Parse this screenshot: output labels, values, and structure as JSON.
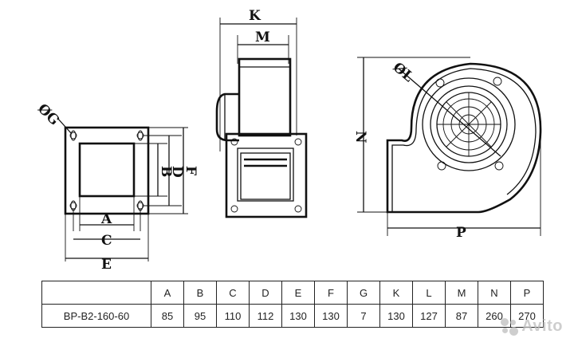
{
  "dimension_labels": {
    "front": {
      "a": "A",
      "b": "B",
      "c": "C",
      "d": "D",
      "e": "E",
      "f": "F",
      "g": "ØG"
    },
    "side": {
      "k": "K",
      "m": "M"
    },
    "end": {
      "l": "ØL",
      "n": "N",
      "p": "P"
    }
  },
  "table": {
    "headers": [
      "A",
      "B",
      "C",
      "D",
      "E",
      "F",
      "G",
      "K",
      "L",
      "M",
      "N",
      "P"
    ],
    "model": "BP-B2-160-60",
    "values": [
      "85",
      "95",
      "110",
      "112",
      "130",
      "130",
      "7",
      "130",
      "127",
      "87",
      "260",
      "270"
    ]
  },
  "watermark": "Avito"
}
